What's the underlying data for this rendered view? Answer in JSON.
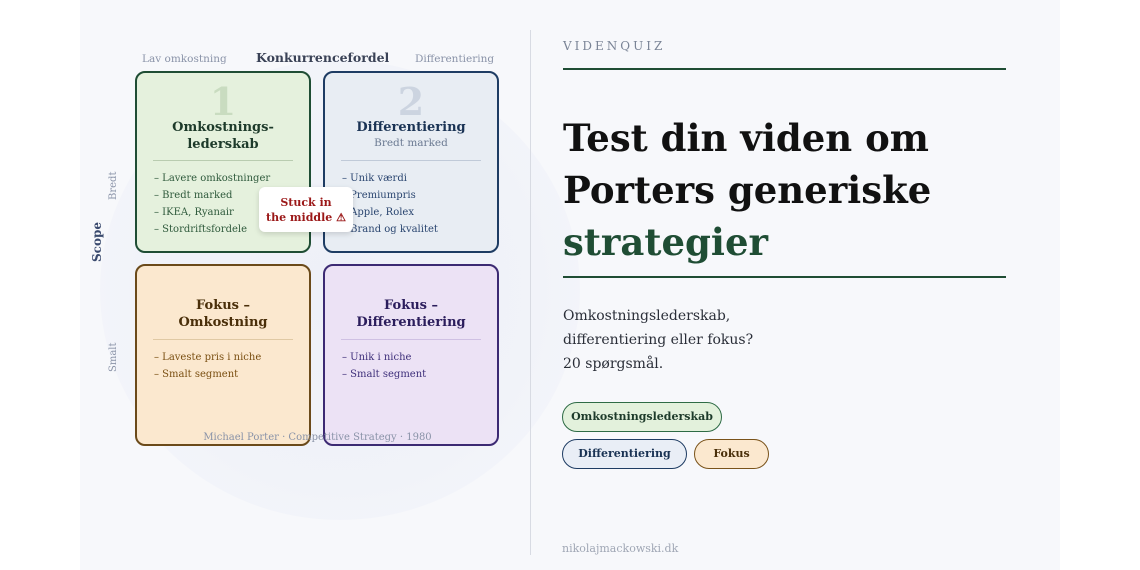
{
  "matrix": {
    "axis_top_left": "Lav omkostning",
    "axis_top_title": "Konkurrencefordel",
    "axis_top_right": "Differentiering",
    "axis_left_title": "Scope",
    "axis_left_top": "Bredt",
    "axis_left_bottom": "Smalt",
    "boxes": [
      {
        "number": "1",
        "title": "Omkostnings-\nlederskab",
        "subtitle": "",
        "items": [
          "– Lavere omkostninger",
          "– Bredt marked",
          "– IKEA, Ryanair",
          "– Stordriftsfordele"
        ],
        "color": "#1f4d34"
      },
      {
        "number": "2",
        "title": "Differentiering",
        "subtitle": "Bredt marked",
        "items": [
          "– Unik værdi",
          "– Premiumpris",
          "– Apple, Rolex",
          "– Brand og kvalitet"
        ],
        "color": "#1e3c63"
      },
      {
        "number": "",
        "title": "Fokus –\nOmkostning",
        "subtitle": "",
        "items": [
          "– Laveste pris i niche",
          "– Smalt segment"
        ],
        "color": "#6b4a1a"
      },
      {
        "number": "",
        "title": "Fokus –\nDifferentiering",
        "subtitle": "",
        "items": [
          "– Unik i niche",
          "– Smalt segment"
        ],
        "color": "#3c2a73"
      }
    ],
    "stuck_line1": "Stuck in",
    "stuck_line2": "the middle ⚠",
    "credit": "Michael Porter · Competitive Strategy · 1980"
  },
  "right": {
    "eyebrow": "VIDENQUIZ",
    "headline_line1": "Test din viden om",
    "headline_line2": "Porters generiske",
    "headline_accent": "strategier",
    "description_line1": "Omkostningslederskab,",
    "description_line2": "differentiering eller fokus?",
    "description_line3": "20 spørgsmål.",
    "chips": [
      "Omkostningslederskab",
      "Differentiering",
      "Fokus"
    ],
    "footer": "nikolajmackowski.dk"
  },
  "colors": {
    "accent_green": "#1f4d34",
    "accent_blue": "#1e3c63",
    "accent_brown": "#6b4a1a",
    "accent_purple": "#3c2a73"
  }
}
